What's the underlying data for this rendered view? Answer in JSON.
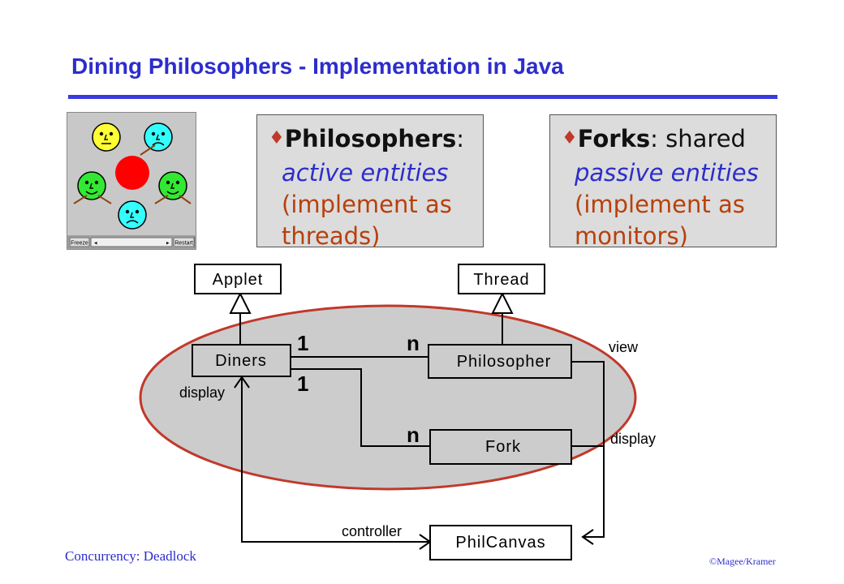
{
  "slide": {
    "title": "Dining Philosophers - Implementation in Java",
    "footer_left": "Concurrency: Deadlock",
    "footer_right": "©Magee/Kramer"
  },
  "applet_screenshot": {
    "freeze_label": "Freeze",
    "restart_label": "Restart",
    "philosophers": [
      {
        "color": "#ffff33",
        "mood": "neutral"
      },
      {
        "color": "#33ffff",
        "mood": "sad"
      },
      {
        "color": "#33e833",
        "mood": "happy"
      },
      {
        "color": "#33e833",
        "mood": "happy"
      },
      {
        "color": "#33ffff",
        "mood": "sad"
      }
    ],
    "center_color": "#ff0000"
  },
  "notes": [
    {
      "term": "Philosophers",
      "sep": ":",
      "rest": "",
      "italic": "active entities",
      "impl_1": "(implement as",
      "impl_2": "threads)"
    },
    {
      "term": "Forks",
      "sep": ":",
      "rest": " shared",
      "italic": "passive entities",
      "impl_1": "(implement as",
      "impl_2": "monitors)"
    }
  ],
  "diagram": {
    "classes": {
      "applet": "Applet",
      "thread": "Thread",
      "diners": "Diners",
      "philosopher": "Philosopher",
      "fork": "Fork",
      "philcanvas": "PhilCanvas"
    },
    "multiplicities": {
      "diners_phil": "1",
      "phil_end": "n",
      "diners_fork": "1",
      "fork_end": "n"
    },
    "roles": {
      "view": "view",
      "display_right": "display",
      "display_left": "display",
      "controller": "controller"
    },
    "ellipse_color": "#cccccc",
    "ellipse_stroke": "#c0392b"
  }
}
